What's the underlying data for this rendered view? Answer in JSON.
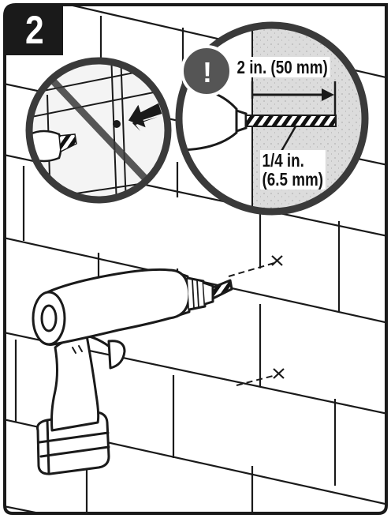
{
  "step": {
    "number": "2"
  },
  "warning": {
    "symbol": "!"
  },
  "dimensions": {
    "depth_label": "2 in. (50 mm)",
    "diameter_line1": "1/4 in.",
    "diameter_line2": "(6.5 mm)"
  },
  "colors": {
    "frame": "#1a1a1a",
    "wall_tint": "#dcdcdc",
    "warning_icon": "#555555"
  }
}
